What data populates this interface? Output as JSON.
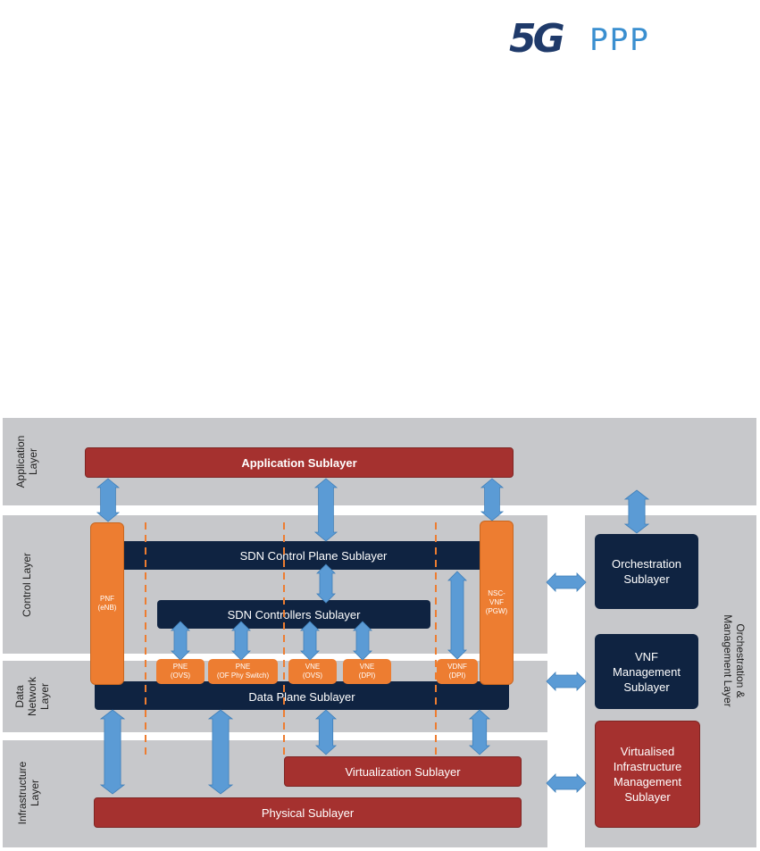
{
  "logo": {
    "mark": "5G",
    "text": "PPP"
  },
  "layers": {
    "application": "Application Layer",
    "control": "Control Layer",
    "data_network": "Data Network Layer",
    "infrastructure": "Infrastructure Layer",
    "orchestration": "Orchestration & Management Layer"
  },
  "sublayers": {
    "application": "Application Sublayer",
    "sdn_control_plane": "SDN Control Plane Sublayer",
    "sdn_controllers": "SDN Controllers Sublayer",
    "data_plane": "Data Plane Sublayer",
    "virtualization": "Virtualization Sublayer",
    "physical": "Physical Sublayer"
  },
  "functions": {
    "pnf": [
      "PNF",
      "(eNB)"
    ],
    "nsc_vnf": [
      "NSC-",
      "VNF",
      "(PGW)"
    ],
    "pne_ovs": [
      "PNE",
      "(OVS)"
    ],
    "pne_of": [
      "PNE",
      "(OF Phy Switch)"
    ],
    "vne_ovs": [
      "VNE",
      "(OVS)"
    ],
    "vne_dpi": [
      "VNE",
      "(DPI)"
    ],
    "vdnf_dpi": [
      "VDNF",
      "(DPI)"
    ]
  },
  "orchestration_boxes": {
    "orchestration": [
      "Orchestration",
      "Sublayer"
    ],
    "vnf_management": [
      "VNF",
      "Management",
      "Sublayer"
    ],
    "vim": [
      "Virtualised",
      "Infrastructure",
      "Management",
      "Sublayer"
    ]
  },
  "colors": {
    "red": "#a5312f",
    "navy": "#0f2341",
    "orange": "#ed7d31",
    "arrow": "#5b9bd5",
    "band": "#c7c8cb"
  }
}
